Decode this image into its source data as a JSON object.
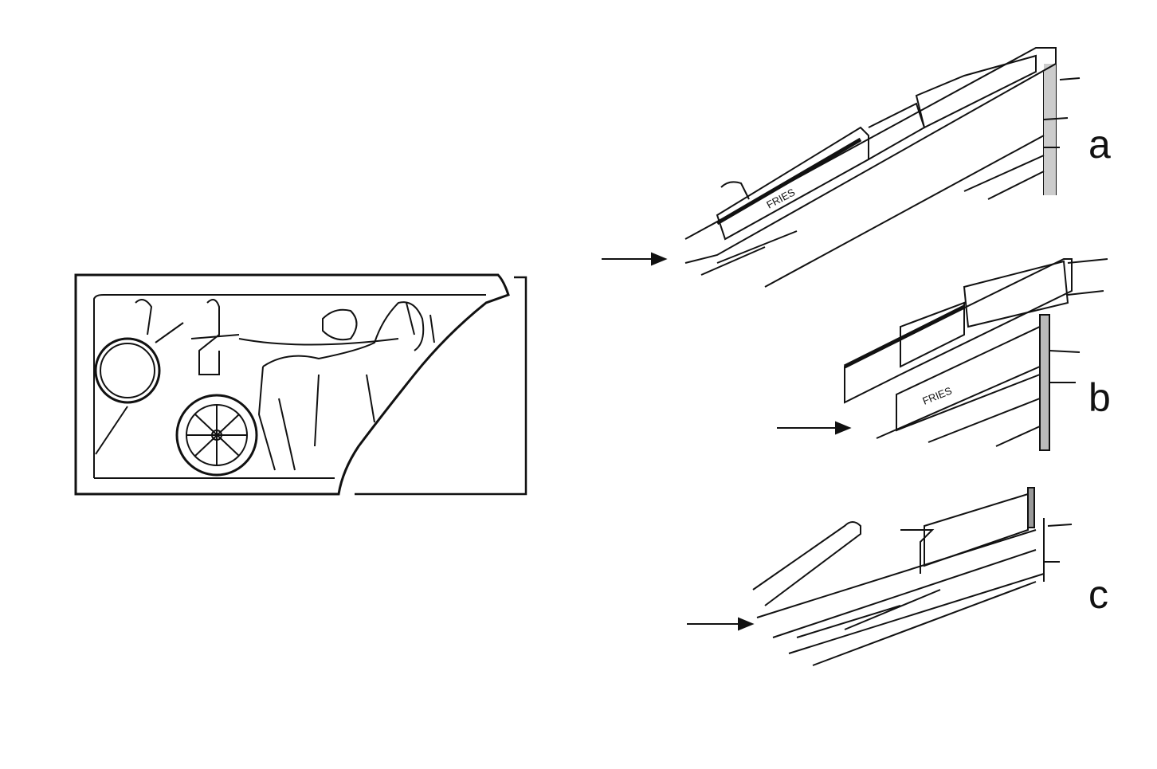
{
  "figure": {
    "relief_panel": {
      "description_label": "chariot-relief"
    },
    "sections": [
      {
        "label": "a",
        "frieze_text": "FRIES"
      },
      {
        "label": "b",
        "frieze_text": "FRIES"
      },
      {
        "label": "c"
      }
    ]
  },
  "colors": {
    "ink": "#111111",
    "background": "#ffffff"
  }
}
